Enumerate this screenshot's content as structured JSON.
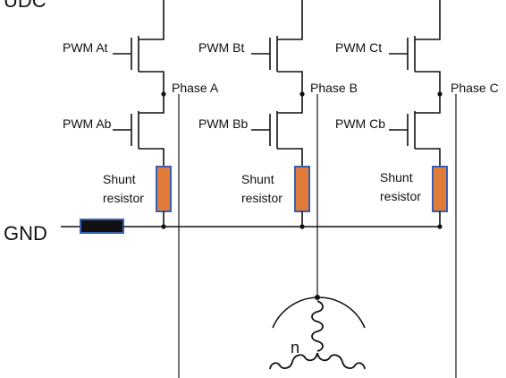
{
  "labels": {
    "udc": "UDC",
    "gnd": "GND",
    "motor_center": "n"
  },
  "phases": [
    {
      "high_gate": "PWM At",
      "low_gate": "PWM Ab",
      "phase": "Phase A",
      "shunt_line1": "Shunt",
      "shunt_line2": "resistor"
    },
    {
      "high_gate": "PWM Bt",
      "low_gate": "PWM Bb",
      "phase": "Phase B",
      "shunt_line1": "Shunt",
      "shunt_line2": "resistor"
    },
    {
      "high_gate": "PWM Ct",
      "low_gate": "PWM Cb",
      "phase": "Phase C",
      "shunt_line1": "Shunt",
      "shunt_line2": "resistor"
    }
  ],
  "colors": {
    "wire": "#111111",
    "shunt_fill": "#e07b39",
    "resistor_outline": "#3a5fb0",
    "gnd_resistor_fill": "#111111"
  }
}
